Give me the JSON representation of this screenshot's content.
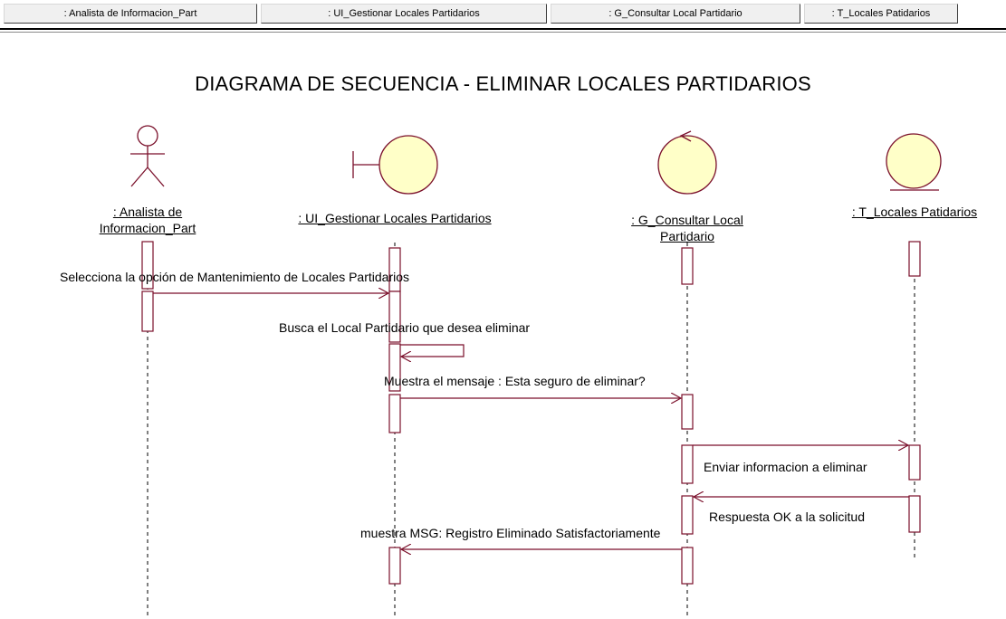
{
  "header": {
    "tabs": [
      ": Analista de Informacion_Part",
      ": UI_Gestionar Locales Partidarios",
      ": G_Consultar Local Partidario",
      ": T_Locales Patidarios"
    ]
  },
  "title": "DIAGRAMA DE SECUENCIA - ELIMINAR LOCALES PARTIDARIOS",
  "lifelines": [
    {
      "label": ": Analista de Informacion_Part",
      "kind": "actor"
    },
    {
      "label": ": UI_Gestionar Locales Partidarios",
      "kind": "boundary"
    },
    {
      "label": ": G_Consultar Local Partidario",
      "kind": "control"
    },
    {
      "label": ": T_Locales Patidarios",
      "kind": "entity"
    }
  ],
  "messages": [
    {
      "label": "Selecciona la opción de Mantenimiento de Locales Partidarios",
      "from": 0,
      "to": 1
    },
    {
      "label": "Busca el Local Partidario que desea eliminar",
      "from": 1,
      "to": 1
    },
    {
      "label": "Muestra el mensaje : Esta seguro de eliminar?",
      "from": 1,
      "to": 2
    },
    {
      "label": "Enviar informacion a eliminar",
      "from": 2,
      "to": 3
    },
    {
      "label": "Respuesta OK a la solicitud",
      "from": 3,
      "to": 2
    },
    {
      "label": "muestra MSG: Registro Eliminado Satisfactoriamente",
      "from": 2,
      "to": 1
    }
  ],
  "colors": {
    "stroke": "#7a0f2a",
    "fill": "#ffffc8",
    "text": "#000000"
  }
}
